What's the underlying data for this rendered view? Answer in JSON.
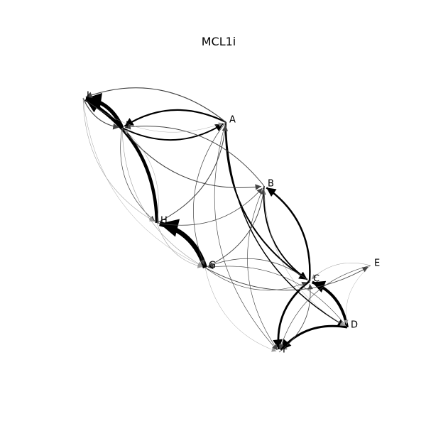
{
  "title": "MCL1i",
  "nodes": [
    {
      "id": "A",
      "label": "A"
    },
    {
      "id": "B",
      "label": "B"
    },
    {
      "id": "C",
      "label": "C"
    },
    {
      "id": "D",
      "label": "D"
    },
    {
      "id": "E",
      "label": "E"
    },
    {
      "id": "F",
      "label": "F"
    },
    {
      "id": "G",
      "label": "G"
    },
    {
      "id": "H",
      "label": "H"
    },
    {
      "id": "I",
      "label": "I"
    },
    {
      "id": "J",
      "label": "J"
    }
  ],
  "edges": [
    {
      "source": "G",
      "target": "H",
      "weight": 1.0
    },
    {
      "source": "I",
      "target": "J",
      "weight": 0.8
    },
    {
      "source": "H",
      "target": "J",
      "weight": 0.7
    },
    {
      "source": "D",
      "target": "C",
      "weight": 0.6
    },
    {
      "source": "D",
      "target": "F",
      "weight": 0.45
    },
    {
      "source": "C",
      "target": "F",
      "weight": 0.42
    },
    {
      "source": "C",
      "target": "B",
      "weight": 0.38
    },
    {
      "source": "A",
      "target": "I",
      "weight": 0.35
    },
    {
      "source": "I",
      "target": "A",
      "weight": 0.3
    },
    {
      "source": "A",
      "target": "C",
      "weight": 0.3
    },
    {
      "source": "B",
      "target": "C",
      "weight": 0.28
    },
    {
      "source": "A",
      "target": "D",
      "weight": 0.22
    },
    {
      "source": "A",
      "target": "J",
      "weight": 0.18
    },
    {
      "source": "J",
      "target": "I",
      "weight": 0.18
    },
    {
      "source": "H",
      "target": "A",
      "weight": 0.16
    },
    {
      "source": "I",
      "target": "B",
      "weight": 0.16
    },
    {
      "source": "B",
      "target": "I",
      "weight": 0.14
    },
    {
      "source": "G",
      "target": "E",
      "weight": 0.14
    },
    {
      "source": "G",
      "target": "B",
      "weight": 0.14
    },
    {
      "source": "C",
      "target": "G",
      "weight": 0.13
    },
    {
      "source": "F",
      "target": "C",
      "weight": 0.12
    },
    {
      "source": "H",
      "target": "B",
      "weight": 0.12
    },
    {
      "source": "A",
      "target": "G",
      "weight": 0.11
    },
    {
      "source": "I",
      "target": "H",
      "weight": 0.11
    },
    {
      "source": "E",
      "target": "F",
      "weight": 0.1
    },
    {
      "source": "G",
      "target": "C",
      "weight": 0.1
    },
    {
      "source": "D",
      "target": "G",
      "weight": 0.1
    },
    {
      "source": "B",
      "target": "F",
      "weight": 0.1
    },
    {
      "source": "A",
      "target": "F",
      "weight": 0.1
    },
    {
      "source": "I",
      "target": "G",
      "weight": 0.09
    },
    {
      "source": "J",
      "target": "H",
      "weight": 0.08
    },
    {
      "source": "H",
      "target": "G",
      "weight": 0.08
    },
    {
      "source": "E",
      "target": "C",
      "weight": 0.08
    },
    {
      "source": "J",
      "target": "G",
      "weight": 0.07
    },
    {
      "source": "G",
      "target": "F",
      "weight": 0.07
    },
    {
      "source": "B",
      "target": "D",
      "weight": 0.07
    },
    {
      "source": "H",
      "target": "I",
      "weight": 0.07
    },
    {
      "source": "E",
      "target": "D",
      "weight": 0.06
    },
    {
      "source": "J",
      "target": "A",
      "weight": 0.06
    }
  ]
}
